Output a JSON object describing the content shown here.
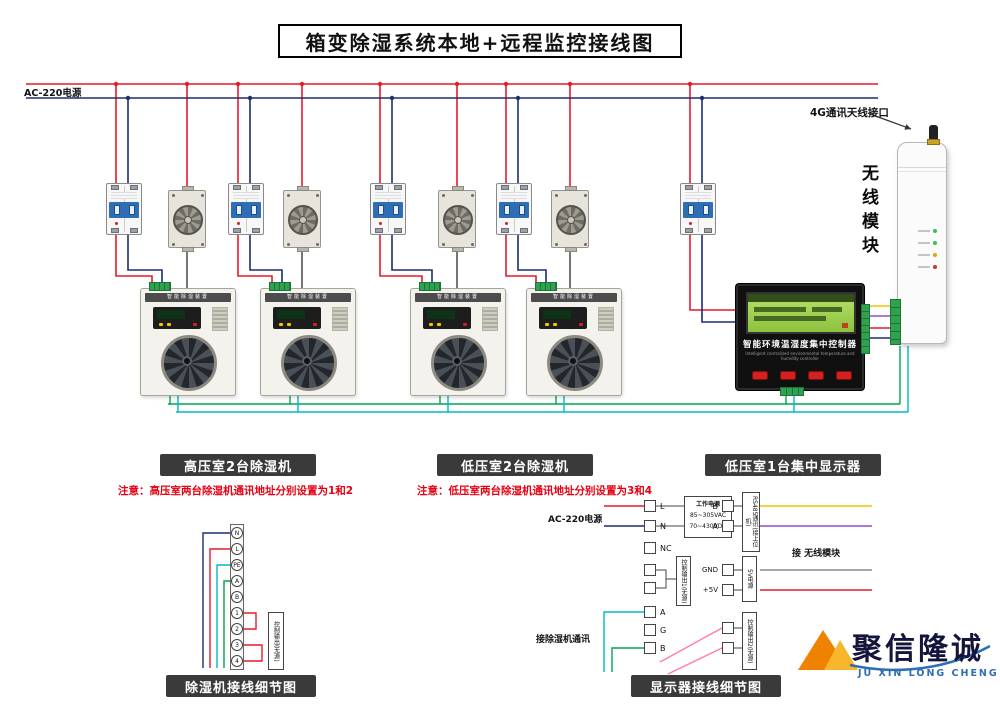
{
  "title": "箱变除湿系统本地+远程监控接线图",
  "power_bus": {
    "label": "AC-220电源"
  },
  "wireless": {
    "antenna_label": "4G通讯天线接口",
    "module_label": "无线模块"
  },
  "controller": {
    "name": "智能环境温湿度集中控制器",
    "name_en": "Intelligent centralized environmental temperature and humidity controller"
  },
  "dehumidifier": {
    "strip_label": "智能除湿装置"
  },
  "sections": {
    "hv": {
      "label": "高压室2台除湿机",
      "note": "注意：高压室两台除湿机通讯地址分别设置为1和2"
    },
    "lv": {
      "label": "低压室2台除湿机",
      "note": "注意：低压室两台除湿机通讯地址分别设置为3和4"
    },
    "display": {
      "label": "低压室1台集中显示器"
    }
  },
  "detail_dehumidifier": {
    "caption": "除湿机接线细节图",
    "terminals": [
      "N",
      "L",
      "PE",
      "A",
      "B",
      "1",
      "2",
      "3",
      "4"
    ],
    "output_label": "控制输出(无源)"
  },
  "detail_display": {
    "caption": "显示器接线细节图",
    "ac_label": "AC-220电源",
    "power_box": [
      "工作电源",
      "85~305VAC",
      "70~430VDC"
    ],
    "left_terminals": {
      "l": "L",
      "n": "N",
      "nc": "NC",
      "a": "A",
      "g": "G",
      "b": "B"
    },
    "output1_label": "控制输出1(无源)",
    "comm_label": "接除湿机通讯",
    "right_terminals": {
      "b": "B",
      "a": "A",
      "gnd": "GND",
      "v5": "+5V"
    },
    "rs485_label": "RS485通讯(接上位机)",
    "v5_label": "5V电源",
    "module_link_label": "接 无线模块",
    "output2_label": "控制输出2(无源)"
  },
  "logo": {
    "cn": "聚信隆诚",
    "en": "JU XIN LONG CHENG"
  },
  "colors": {
    "wire_live": "#e8192c",
    "wire_neutral": "#1a2f6e",
    "wire_comm_a": "#00b8c8",
    "wire_comm_b": "#00a651",
    "wire_signal_b": "#f0c400",
    "wire_signal_a": "#8e4fd1",
    "logo_orange": "#f39800",
    "logo_blue": "#2e6eb5"
  }
}
